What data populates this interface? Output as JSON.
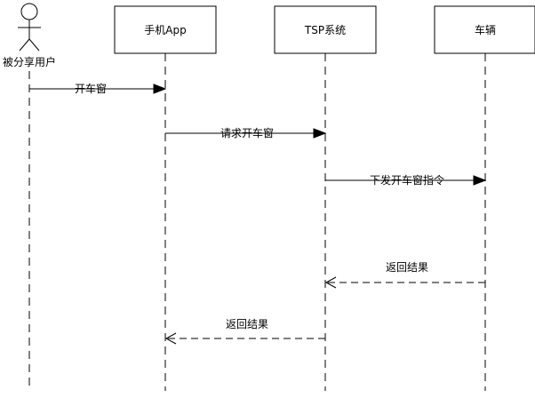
{
  "participants": [
    {
      "id": "user",
      "label": "被分享用户",
      "kind": "actor"
    },
    {
      "id": "app",
      "label": "手机App",
      "kind": "box"
    },
    {
      "id": "tsp",
      "label": "TSP系统",
      "kind": "box"
    },
    {
      "id": "car",
      "label": "车辆",
      "kind": "box"
    }
  ],
  "messages": [
    {
      "from": "user",
      "to": "app",
      "label": "开车窗",
      "style": "solid"
    },
    {
      "from": "app",
      "to": "tsp",
      "label": "请求开车窗",
      "style": "solid"
    },
    {
      "from": "tsp",
      "to": "car",
      "label": "下发开车窗指令",
      "style": "solid"
    },
    {
      "from": "car",
      "to": "tsp",
      "label": "返回结果",
      "style": "dashed"
    },
    {
      "from": "tsp",
      "to": "app",
      "label": "返回结果",
      "style": "dashed"
    }
  ]
}
